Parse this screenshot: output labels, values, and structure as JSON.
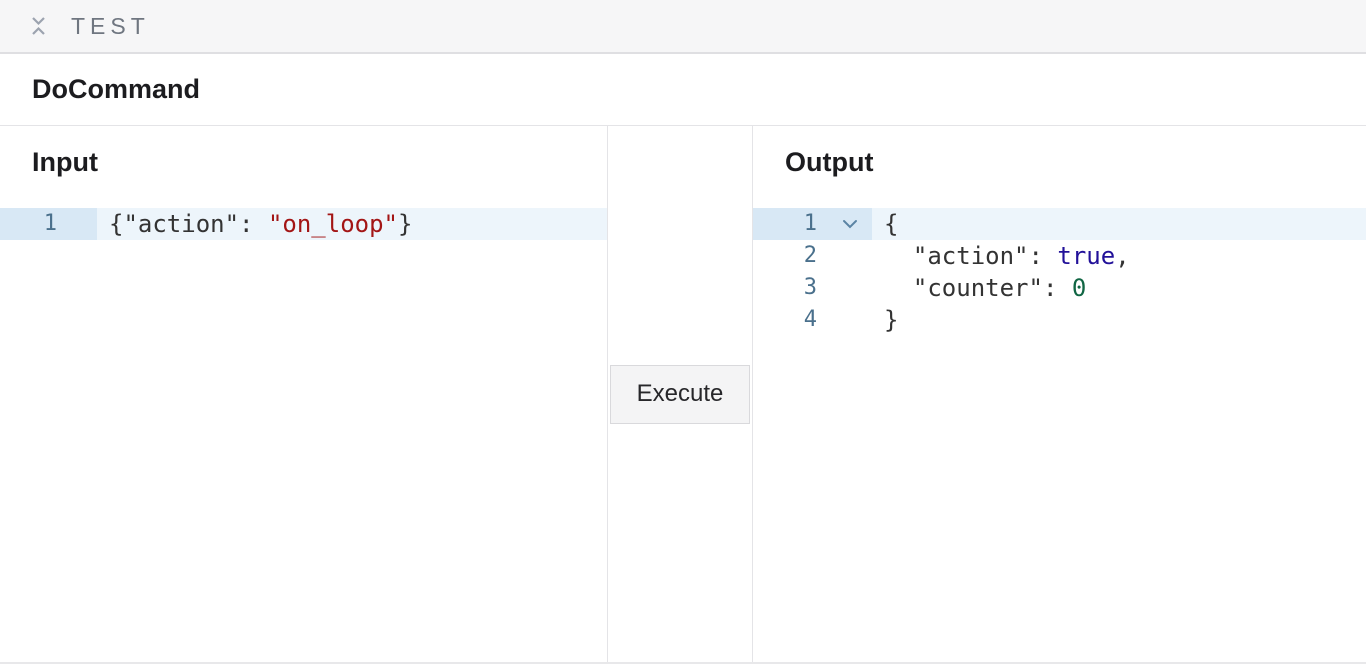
{
  "colors": {
    "topbar_bg": "#f6f6f7",
    "border": "#e4e4e7",
    "heading_text": "#1c1c1f",
    "muted_text": "#6f7680",
    "icon": "#9ca3af",
    "gutter_active_bg": "#d8e8f5",
    "line_active_bg": "#edf5fb",
    "line_number": "#4a708c",
    "fold_icon": "#5b84a4",
    "code_default": "#333333",
    "code_string": "#a31515",
    "code_atom": "#221199",
    "code_number": "#116644",
    "button_bg": "#f4f4f5",
    "button_border": "#d9d9dc",
    "button_text": "#27272a"
  },
  "top_bar": {
    "label": "TEST",
    "collapse_icon": "collapse-vertical-icon"
  },
  "title": "DoCommand",
  "input_panel": {
    "heading": "Input",
    "editor": {
      "lines": [
        {
          "number": "1",
          "active": true,
          "fold": false,
          "tokens": [
            {
              "t": "{\"action\": ",
              "c": "default"
            },
            {
              "t": "\"on_loop\"",
              "c": "string"
            },
            {
              "t": "}",
              "c": "default"
            }
          ]
        }
      ]
    }
  },
  "middle_panel": {
    "execute_label": "Execute"
  },
  "output_panel": {
    "heading": "Output",
    "editor": {
      "lines": [
        {
          "number": "1",
          "active": true,
          "fold": true,
          "tokens": [
            {
              "t": "{",
              "c": "default"
            }
          ]
        },
        {
          "number": "2",
          "active": false,
          "fold": false,
          "tokens": [
            {
              "t": "  \"action\": ",
              "c": "default"
            },
            {
              "t": "true",
              "c": "atom"
            },
            {
              "t": ",",
              "c": "default"
            }
          ]
        },
        {
          "number": "3",
          "active": false,
          "fold": false,
          "tokens": [
            {
              "t": "  \"counter\": ",
              "c": "default"
            },
            {
              "t": "0",
              "c": "number"
            }
          ]
        },
        {
          "number": "4",
          "active": false,
          "fold": false,
          "tokens": [
            {
              "t": "}",
              "c": "default"
            }
          ]
        }
      ]
    }
  }
}
